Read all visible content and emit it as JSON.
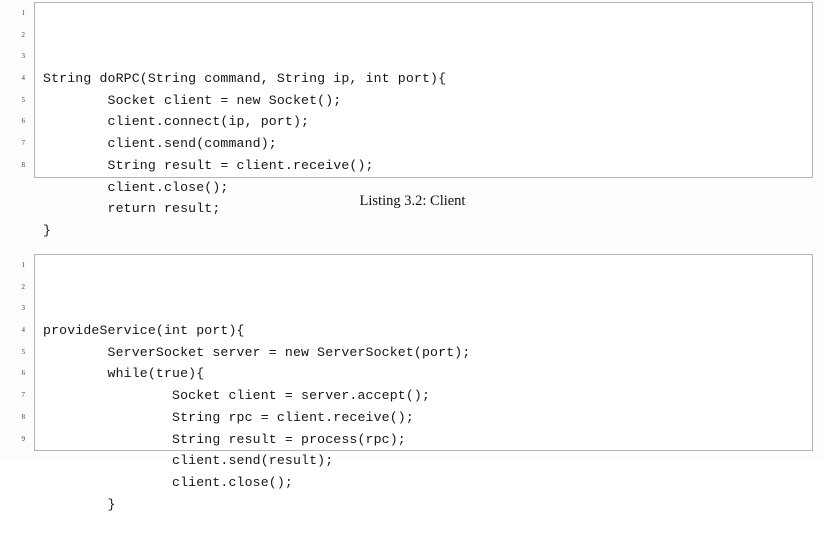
{
  "document": {
    "type": "latex-code-listings",
    "page_background": "#fdfdfd",
    "frame_border_color": "#b5b5b5",
    "line_number_color": "#3a3a6a",
    "code_text_color": "#161616"
  },
  "listings": [
    {
      "id": "listing-client",
      "caption": "Listing 3.2: Client",
      "language": "java",
      "line_numbers": [
        "1",
        "2",
        "3",
        "4",
        "5",
        "6",
        "7",
        "8"
      ],
      "lines": [
        "String doRPC(String command, String ip, int port){",
        "        Socket client = new Socket();",
        "        client.connect(ip, port);",
        "        client.send(command);",
        "        String result = client.receive();",
        "        client.close();",
        "        return result;",
        "}"
      ]
    },
    {
      "id": "listing-server",
      "caption": "",
      "language": "java",
      "line_numbers": [
        "1",
        "2",
        "3",
        "4",
        "5",
        "6",
        "7",
        "8",
        "9"
      ],
      "lines": [
        "provideService(int port){",
        "        ServerSocket server = new ServerSocket(port);",
        "        while(true){",
        "                Socket client = server.accept();",
        "                String rpc = client.receive();",
        "                String result = process(rpc);",
        "                client.send(result);",
        "                client.close();",
        "        }"
      ]
    }
  ]
}
